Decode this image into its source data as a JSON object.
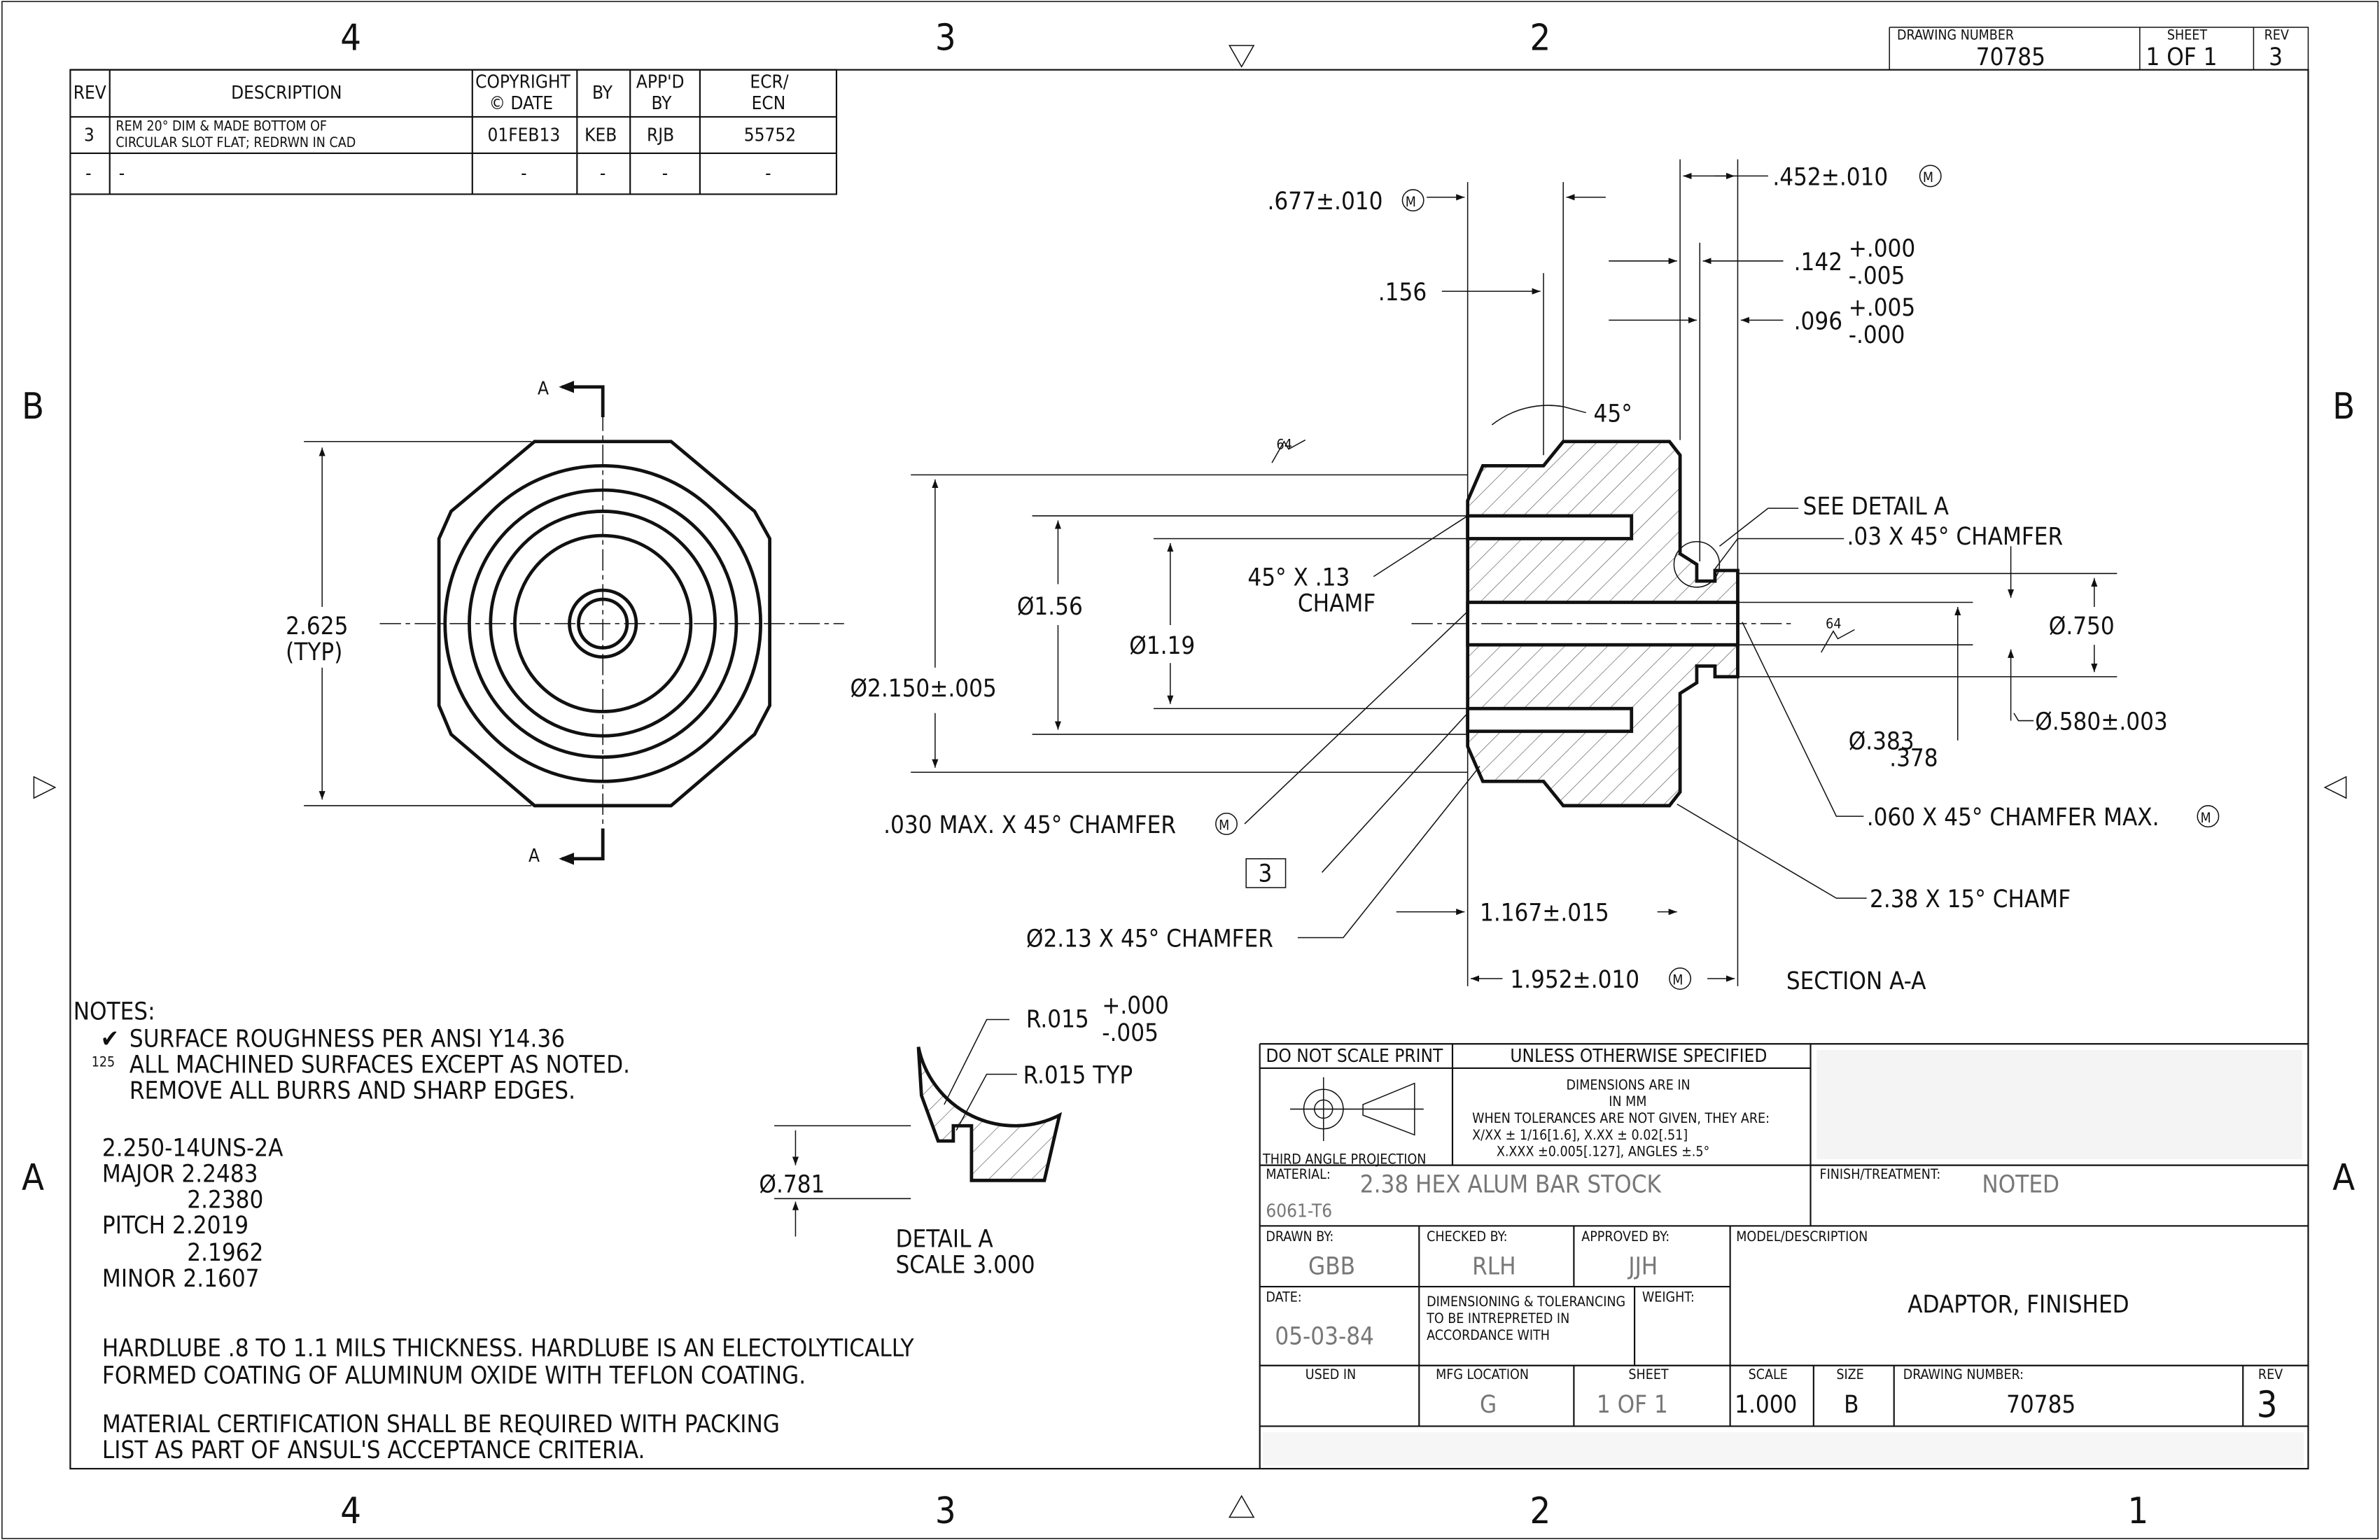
{
  "zones": {
    "top": [
      "4",
      "3",
      "2"
    ],
    "bottom": [
      "4",
      "3",
      "2",
      "1"
    ],
    "left": [
      "B",
      "A"
    ],
    "right": [
      "B",
      "A"
    ]
  },
  "header_box": {
    "drawing_number_label": "DRAWING NUMBER",
    "drawing_number": "70785",
    "sheet_label": "SHEET",
    "sheet": "1 OF 1",
    "rev_label": "REV",
    "rev": "3"
  },
  "revision_table": {
    "headers": [
      "REV",
      "DESCRIPTION",
      "COPYRIGHT",
      "© DATE",
      "BY",
      "APP'D",
      "BY",
      "ECR/",
      "ECN"
    ],
    "rows": [
      {
        "rev": "3",
        "desc1": "REM 20° DIM & MADE BOTTOM OF",
        "desc2": "CIRCULAR SLOT FLAT; REDRWN IN CAD",
        "date": "01FEB13",
        "by": "KEB",
        "appd": "RJB",
        "ecn": "55752"
      },
      {
        "rev": "-",
        "desc1": "-",
        "desc2": "",
        "date": "-",
        "by": "-",
        "appd": "-",
        "ecn": "-"
      }
    ]
  },
  "end_view": {
    "section_mark": "A",
    "across_flats": "2.625",
    "typ": "(TYP)"
  },
  "section_view": {
    "title": "SECTION  A-A",
    "dims": {
      "d677": ".677±.010",
      "d452": ".452±.010",
      "d156": ".156",
      "d142": ".142",
      "d142p": "+.000",
      "d142m": "-.005",
      "d096": ".096",
      "d096p": "+.005",
      "d096m": "-.000",
      "angle45": "45°",
      "rough64a": "64",
      "rough64b": "64",
      "see_detail": "SEE DETAIL  A",
      "chamfer03": ".03 X 45° CHAMFER",
      "chamf13a": "45° X .13",
      "chamf13b": "CHAMF",
      "dia156": "Ø1.56",
      "dia119": "Ø1.19",
      "dia2150": "Ø2.150±.005",
      "dia750": "Ø.750",
      "dia580": "Ø.580±.003",
      "dia383": "Ø.383",
      "dia378": ".378",
      "chamf030": ".030 MAX. X 45° CHAMFER",
      "chamf060": ".060 X 45° CHAMFER MAX.",
      "note_ref": "3",
      "chamf238": "2.38 X 15° CHAMF",
      "dia213": "Ø2.13 X 45° CHAMFER",
      "len1167": "1.167±.015",
      "len1952": "1.952±.010",
      "mod": "M"
    }
  },
  "detail_a": {
    "r1": "R.015",
    "r1p": "+.000",
    "r1m": "-.005",
    "r2": "R.015 TYP",
    "dia": "Ø.781",
    "title": "DETAIL  A",
    "scale": "SCALE  3.000"
  },
  "notes": {
    "title": "NOTES:",
    "lines": [
      "SURFACE ROUGHNESS PER ANSI Y14.36",
      "ALL MACHINED SURFACES EXCEPT AS NOTED.",
      "REMOVE ALL BURRS AND SHARP EDGES."
    ],
    "roughness_sym": "125",
    "thread": [
      "2.250-14UNS-2A",
      "MAJOR 2.2483",
      "2.2380",
      "PITCH 2.2019",
      "2.1962",
      "MINOR 2.1607"
    ],
    "hardlube": [
      "HARDLUBE .8 TO 1.1 MILS THICKNESS. HARDLUBE IS AN ELECTOLYTICALLY",
      "FORMED COATING OF ALUMINUM OXIDE WITH TEFLON COATING."
    ],
    "cert": [
      "MATERIAL CERTIFICATION SHALL BE REQUIRED WITH PACKING",
      "LIST AS PART OF ANSUL'S ACCEPTANCE CRITERIA."
    ]
  },
  "title_block": {
    "do_not_scale": "DO NOT SCALE PRINT",
    "unless": "UNLESS OTHERWISE SPECIFIED",
    "tol": [
      "DIMENSIONS ARE IN",
      "IN MM",
      "WHEN TOLERANCES ARE NOT GIVEN, THEY ARE:",
      "X/XX  ± 1/16[1.6],  X.XX  ± 0.02[.51]",
      "X.XXX  ±0.005[.127], ANGLES  ±.5°"
    ],
    "projection": "THIRD ANGLE PROJECTION",
    "material_label": "MATERIAL:",
    "material": "2.38 HEX ALUM BAR STOCK",
    "alloy": "6061-T6",
    "finish_label": "FINISH/TREATMENT:",
    "finish": "NOTED",
    "drawn_label": "DRAWN BY:",
    "drawn": "GBB",
    "checked_label": "CHECKED BY:",
    "checked": "RLH",
    "approved_label": "APPROVED BY:",
    "approved": "JJH",
    "model_label": "MODEL/DESCRIPTION",
    "model": "ADAPTOR, FINISHED",
    "date_label": "DATE:",
    "date": "05-03-84",
    "dim_tol": [
      "DIMENSIONING & TOLERANCING",
      "TO BE INTREPRETED IN",
      "ACCORDANCE WITH"
    ],
    "weight_label": "WEIGHT:",
    "used_in_label": "USED IN",
    "mfg_label": "MFG LOCATION",
    "mfg": "G",
    "sheet_label": "SHEET",
    "sheet": "1  OF  1",
    "scale_label": "SCALE",
    "scale": "1.000",
    "size_label": "SIZE",
    "size": "B",
    "dwg_label": "DRAWING NUMBER:",
    "dwg": "70785",
    "rev_label": "REV",
    "rev": "3"
  }
}
